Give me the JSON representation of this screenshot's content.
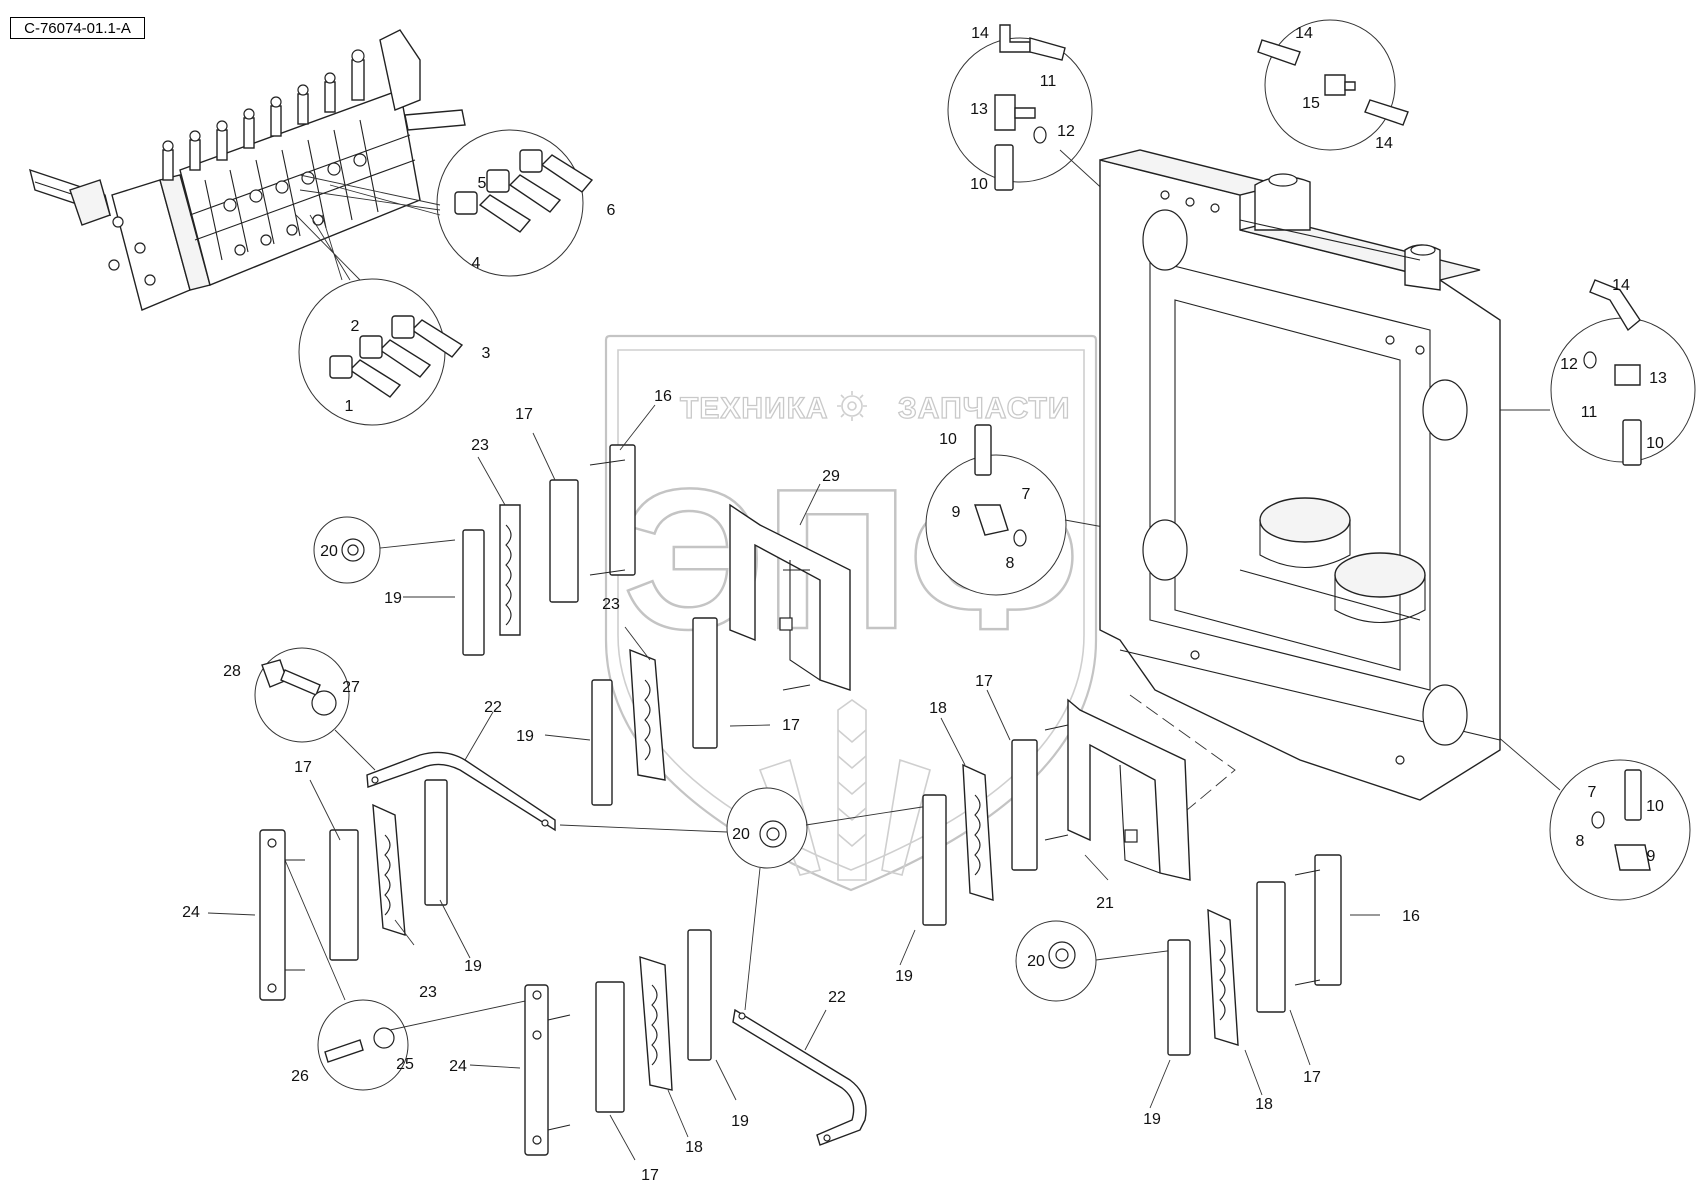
{
  "drawing": {
    "reference_code": "C-76074-01.1-A"
  },
  "watermark": {
    "left_word": "ТЕХНИКА",
    "right_word": "ЗАПЧАСТИ",
    "monogram": "ЭПФ"
  },
  "callouts": [
    {
      "id": "c1",
      "label": "1"
    },
    {
      "id": "c2",
      "label": "2"
    },
    {
      "id": "c3",
      "label": "3"
    },
    {
      "id": "c4",
      "label": "4"
    },
    {
      "id": "c5",
      "label": "5"
    },
    {
      "id": "c6",
      "label": "6"
    },
    {
      "id": "c7a",
      "label": "7"
    },
    {
      "id": "c7b",
      "label": "7"
    },
    {
      "id": "c8a",
      "label": "8"
    },
    {
      "id": "c8b",
      "label": "8"
    },
    {
      "id": "c9a",
      "label": "9"
    },
    {
      "id": "c9b",
      "label": "9"
    },
    {
      "id": "c10a",
      "label": "10"
    },
    {
      "id": "c10b",
      "label": "10"
    },
    {
      "id": "c10c",
      "label": "10"
    },
    {
      "id": "c10d",
      "label": "10"
    },
    {
      "id": "c11a",
      "label": "11"
    },
    {
      "id": "c11b",
      "label": "11"
    },
    {
      "id": "c12a",
      "label": "12"
    },
    {
      "id": "c12b",
      "label": "12"
    },
    {
      "id": "c13a",
      "label": "13"
    },
    {
      "id": "c13b",
      "label": "13"
    },
    {
      "id": "c14a",
      "label": "14"
    },
    {
      "id": "c14b",
      "label": "14"
    },
    {
      "id": "c14c",
      "label": "14"
    },
    {
      "id": "c14d",
      "label": "14"
    },
    {
      "id": "c15",
      "label": "15"
    },
    {
      "id": "c16a",
      "label": "16"
    },
    {
      "id": "c16b",
      "label": "16"
    },
    {
      "id": "c17a",
      "label": "17"
    },
    {
      "id": "c17b",
      "label": "17"
    },
    {
      "id": "c17c",
      "label": "17"
    },
    {
      "id": "c17d",
      "label": "17"
    },
    {
      "id": "c17e",
      "label": "17"
    },
    {
      "id": "c17f",
      "label": "17"
    },
    {
      "id": "c18a",
      "label": "18"
    },
    {
      "id": "c18b",
      "label": "18"
    },
    {
      "id": "c18c",
      "label": "18"
    },
    {
      "id": "c19a",
      "label": "19"
    },
    {
      "id": "c19b",
      "label": "19"
    },
    {
      "id": "c19c",
      "label": "19"
    },
    {
      "id": "c19d",
      "label": "19"
    },
    {
      "id": "c19e",
      "label": "19"
    },
    {
      "id": "c19f",
      "label": "19"
    },
    {
      "id": "c20a",
      "label": "20"
    },
    {
      "id": "c20b",
      "label": "20"
    },
    {
      "id": "c20c",
      "label": "20"
    },
    {
      "id": "c21",
      "label": "21"
    },
    {
      "id": "c22a",
      "label": "22"
    },
    {
      "id": "c22b",
      "label": "22"
    },
    {
      "id": "c23a",
      "label": "23"
    },
    {
      "id": "c23b",
      "label": "23"
    },
    {
      "id": "c23c",
      "label": "23"
    },
    {
      "id": "c24a",
      "label": "24"
    },
    {
      "id": "c24b",
      "label": "24"
    },
    {
      "id": "c25",
      "label": "25"
    },
    {
      "id": "c26",
      "label": "26"
    },
    {
      "id": "c27",
      "label": "27"
    },
    {
      "id": "c28",
      "label": "28"
    },
    {
      "id": "c29",
      "label": "29"
    }
  ]
}
